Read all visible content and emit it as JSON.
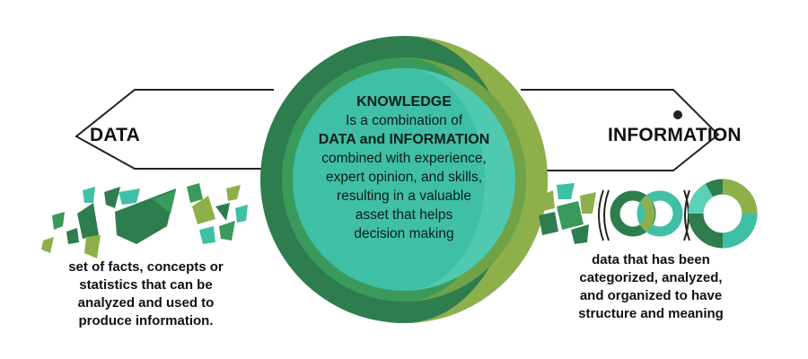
{
  "left": {
    "title": "DATA",
    "description": [
      "set of facts, concepts or",
      "statistics that can be",
      "analyzed and used to",
      "produce information."
    ]
  },
  "right": {
    "title": "INFORMATION",
    "description": [
      "data that has been",
      "categorized, analyzed,",
      "and organized to have",
      "structure and meaning"
    ]
  },
  "center": {
    "heading": "KNOWLEDGE",
    "line1": "Is a combination of",
    "emphasis": "DATA and INFORMATION",
    "line2": "combined with experience,",
    "line3": "expert opinion, and skills,",
    "line4": "resulting in a valuable",
    "line5": "asset that helps",
    "line6": "decision making"
  },
  "colors": {
    "dark_green": "#2e7d4f",
    "mid_green": "#3a9a5c",
    "light_green": "#8db04a",
    "teal": "#3fbfa6",
    "pale_teal": "#5ad0b6",
    "line": "#222222"
  },
  "icons": [
    "scattered-fragments-icon",
    "interlocking-rings-icon",
    "circle-ring-icon"
  ]
}
